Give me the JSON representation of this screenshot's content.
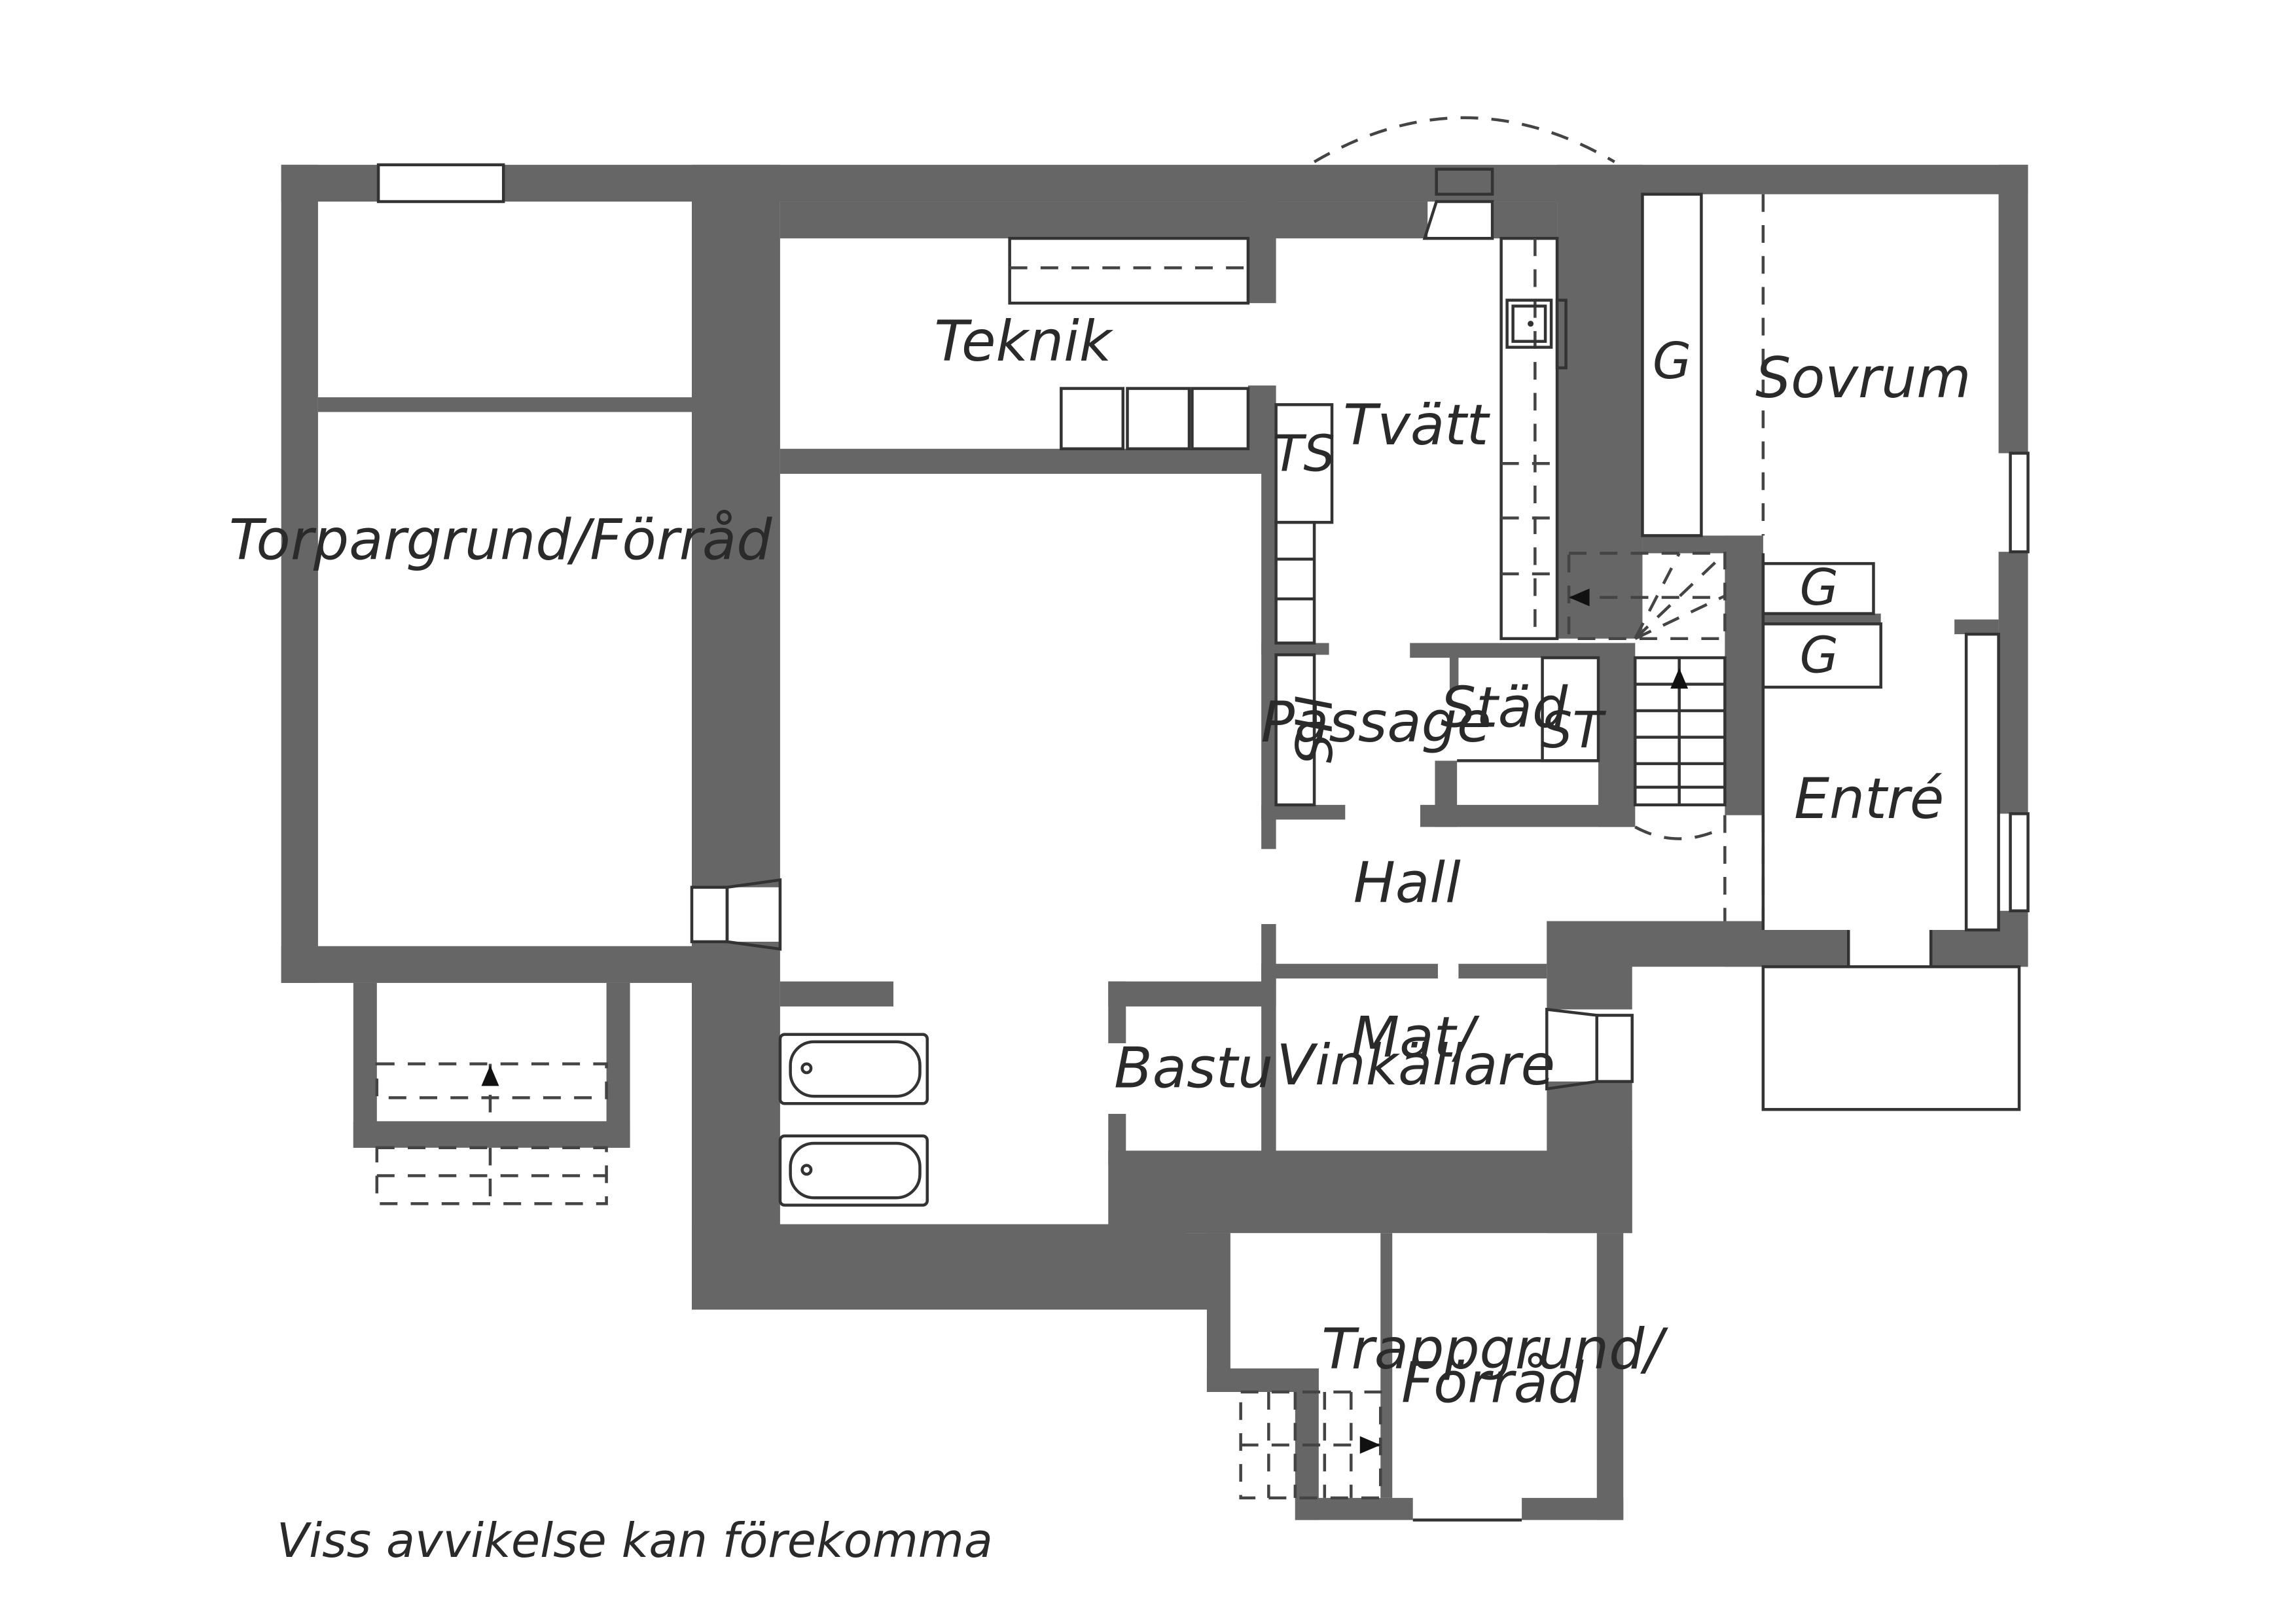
{
  "rooms": {
    "teknik": "Teknik",
    "tvatt": "Tvätt",
    "ts": "TS",
    "torpargrund": "Torpargrund/Förråd",
    "passage": "Passage",
    "hs": "HS",
    "stad": "Städ",
    "st": "ST",
    "hall": "Hall",
    "bastu": "Bastu",
    "mat_line1": "Mat/",
    "mat_line2": "Vinkällare",
    "trappgrund_line1": "Trappgrund/",
    "trappgrund_line2": "Förråd",
    "sovrum": "Sovrum",
    "entre": "Entré",
    "g1": "G",
    "g2": "G",
    "g3": "G"
  },
  "note": "Viss avvikelse kan förekomma",
  "colors": {
    "wall": "#666666",
    "line": "#333333",
    "background": "#ffffff"
  }
}
